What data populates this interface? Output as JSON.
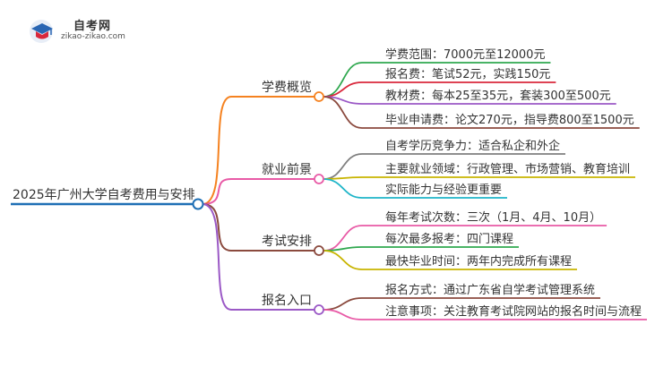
{
  "logo": {
    "title": "自考网",
    "subtitle": "zikao-zikao.com"
  },
  "root": {
    "label": "2025年广州大学自考费用与安排",
    "color": "#1e6fb5"
  },
  "branches": [
    {
      "label": "学费概览",
      "color": "#f58220",
      "leaves": [
        {
          "label": "学费范围：7000元至12000元",
          "color": "#2fa84f"
        },
        {
          "label": "报名费：笔试52元，实践150元",
          "color": "#d9283c"
        },
        {
          "label": "教材费：每本25至35元，套装300至500元",
          "color": "#9b59c6"
        },
        {
          "label": "毕业申请费：论文270元，指导费800至1500元",
          "color": "#8b4a3e"
        }
      ]
    },
    {
      "label": "就业前景",
      "color": "#e85aa6",
      "leaves": [
        {
          "label": "自考学历竞争力：适合私企和外企",
          "color": "#7f7f7f"
        },
        {
          "label": "主要就业领域：行政管理、市场营销、教育培训",
          "color": "#c8b400"
        },
        {
          "label": "实际能力与经验更重要",
          "color": "#1fb5c8"
        }
      ]
    },
    {
      "label": "考试安排",
      "color": "#8b4a3e",
      "leaves": [
        {
          "label": "每年考试次数：三次（1月、4月、10月）",
          "color": "#e85aa6"
        },
        {
          "label": "每次最多报考：四门课程",
          "color": "#2fa84f"
        },
        {
          "label": "最快毕业时间：两年内完成所有课程",
          "color": "#c8b400"
        }
      ]
    },
    {
      "label": "报名入口",
      "color": "#9b59c6",
      "leaves": [
        {
          "label": "报名方式：通过广东省自学考试管理系统",
          "color": "#8b4a3e"
        },
        {
          "label": "注意事项：关注教育考试院网站的报名时间与流程",
          "color": "#e85aa6"
        }
      ]
    }
  ]
}
